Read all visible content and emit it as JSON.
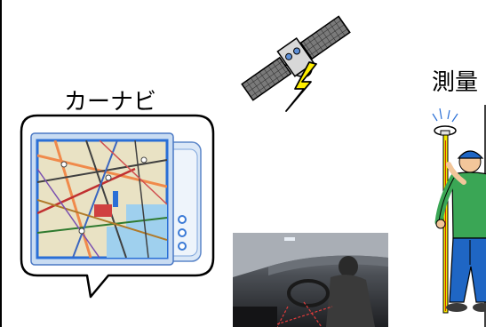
{
  "labels": {
    "car_navi": "カーナビ",
    "survey": "測量"
  },
  "icons": {
    "satellite": "satellite-icon",
    "lightning": "lightning-bolt-icon",
    "navigation_device": "car-navigation-device-icon",
    "car_interior": "car-interior-photo",
    "surveyor": "surveyor-with-gps-pole-icon"
  },
  "colors": {
    "speech_bubble_border": "#000000",
    "device_frame": "#c9dcf2",
    "map_border": "#2a6fd6",
    "lightning": "#ffee00",
    "surveyor_shirt": "#3aa655",
    "surveyor_pants": "#1f66c4",
    "surveyor_helmet": "#1f66c4",
    "pole": "#f2e600"
  }
}
